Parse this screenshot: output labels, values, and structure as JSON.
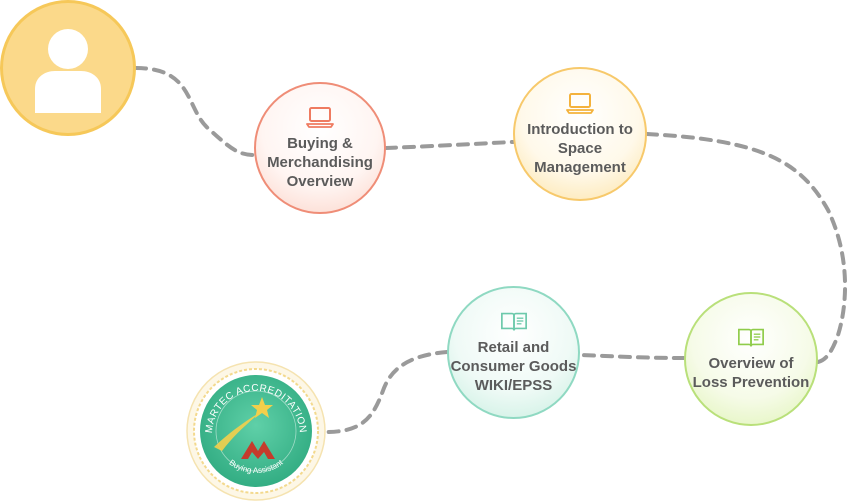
{
  "diagram": {
    "nodes": {
      "start": {
        "icon": "user-icon"
      },
      "buying": {
        "label": "Buying &\nMerchandising\nOverview",
        "icon": "laptop-icon",
        "color": "#ef7b61"
      },
      "space": {
        "label": "Introduction to\nSpace\nManagement",
        "icon": "laptop-icon",
        "color": "#f4b23c"
      },
      "wiki": {
        "label": "Retail and\nConsumer Goods\nWIKI/EPSS",
        "icon": "book-icon",
        "color": "#6cc9ab"
      },
      "loss": {
        "label": "Overview of\nLoss Prevention",
        "icon": "book-icon",
        "color": "#8fcc4a"
      }
    },
    "badge": {
      "title": "MARTEC ACCREDITATION",
      "subtitle": "Buying Assistant",
      "icon": "star-logo-icon",
      "colors": {
        "ring": "#3dbb92",
        "star": "#f3cf4b",
        "logo": "#c63b2c"
      }
    },
    "connector_color": "#9a9a9a"
  }
}
